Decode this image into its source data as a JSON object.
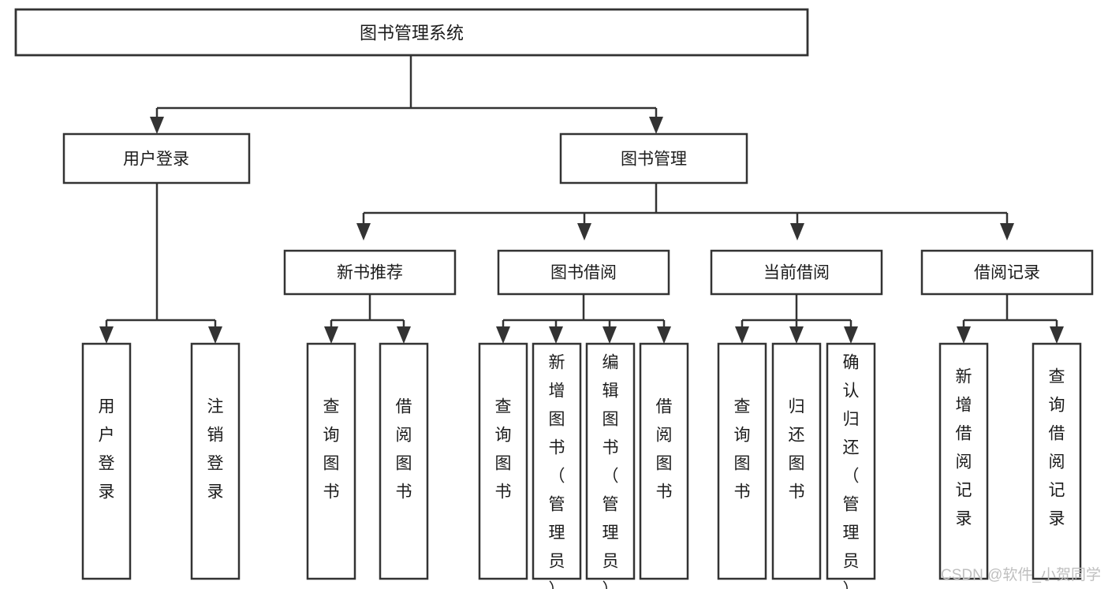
{
  "diagram": {
    "title": "图书管理系统",
    "type": "tree",
    "orientation": "top-down",
    "colors": {
      "box_stroke": "#333333",
      "box_fill": "#ffffff",
      "connector": "#333333",
      "text": "#1b1b1b",
      "watermark": "#bfbfbf",
      "background": "#ffffff"
    },
    "root": {
      "id": "root",
      "label": "图书管理系统"
    },
    "level2": [
      {
        "id": "user-login",
        "label": "用户登录"
      },
      {
        "id": "book-management",
        "label": "图书管理"
      }
    ],
    "level3": [
      {
        "id": "new-book-recommend",
        "label": "新书推荐",
        "parent": "book-management"
      },
      {
        "id": "book-borrow",
        "label": "图书借阅",
        "parent": "book-management"
      },
      {
        "id": "current-borrow",
        "label": "当前借阅",
        "parent": "book-management"
      },
      {
        "id": "borrow-record",
        "label": "借阅记录",
        "parent": "book-management"
      }
    ],
    "leaves": {
      "user-login": [
        {
          "id": "leaf-user-login",
          "label": "用户登录"
        },
        {
          "id": "leaf-user-logout",
          "label": "注销登录"
        }
      ],
      "new-book-recommend": [
        {
          "id": "leaf-nbr-query-book",
          "label": "查询图书"
        },
        {
          "id": "leaf-nbr-borrow-book",
          "label": "借阅图书"
        }
      ],
      "book-borrow": [
        {
          "id": "leaf-bb-query-book",
          "label": "查询图书"
        },
        {
          "id": "leaf-bb-add-book",
          "label": "新增图书（管理员）"
        },
        {
          "id": "leaf-bb-edit-book",
          "label": "编辑图书（管理员）"
        },
        {
          "id": "leaf-bb-borrow-book",
          "label": "借阅图书"
        }
      ],
      "current-borrow": [
        {
          "id": "leaf-cb-query-book",
          "label": "查询图书"
        },
        {
          "id": "leaf-cb-return-book",
          "label": "归还图书"
        },
        {
          "id": "leaf-cb-confirm-return",
          "label": "确认归还（管理员）"
        }
      ],
      "borrow-record": [
        {
          "id": "leaf-br-add-record",
          "label": "新增借阅记录"
        },
        {
          "id": "leaf-br-query-record",
          "label": "查询借阅记录"
        }
      ]
    }
  },
  "watermark": {
    "text": "CSDN @软件_小贺同学"
  }
}
